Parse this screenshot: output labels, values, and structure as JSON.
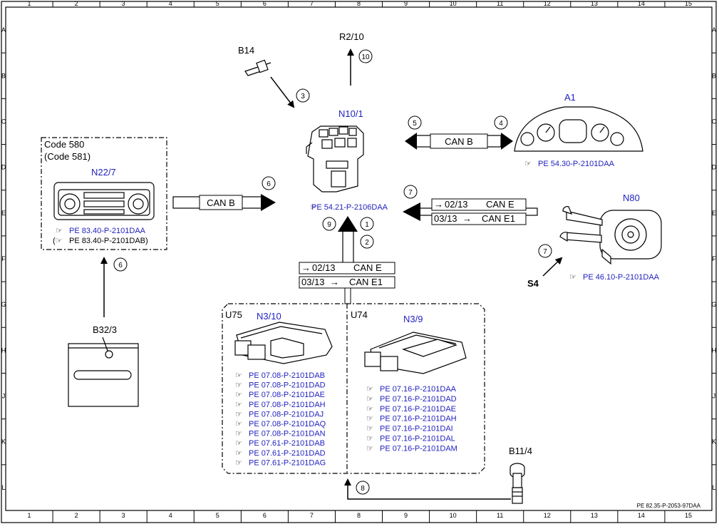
{
  "grid": {
    "columns": [
      "1",
      "2",
      "3",
      "4",
      "5",
      "6",
      "7",
      "8",
      "9",
      "10",
      "11",
      "12",
      "13",
      "14",
      "15"
    ],
    "rows": [
      "A",
      "B",
      "C",
      "D",
      "E",
      "F",
      "G",
      "H",
      "J",
      "K",
      "L"
    ]
  },
  "footer_ref": "PE 82.35-P-2053-97DAA",
  "components": {
    "b14": "B14",
    "r2_10": "R2/10",
    "n10_1": "N10/1",
    "a1": "A1",
    "n22_7": "N22/7",
    "n80": "N80",
    "s4": "S4",
    "b32_3": "B32/3",
    "b11_4": "B11/4",
    "u75": "U75",
    "n3_10": "N3/10",
    "u74": "U74",
    "n3_9": "N3/9"
  },
  "code_box": {
    "line1": "Code 580",
    "line2": "(Code 581)"
  },
  "bus_labels": {
    "can_b_a1": "CAN B",
    "can_b_n22": "CAN B",
    "n80_row1_code": "02/13",
    "n80_row1_bus": "CAN E",
    "n80_row2_code": "03/13",
    "n80_row2_bus": "CAN E1",
    "ecu_row1_code": "02/13",
    "ecu_row1_bus": "CAN E",
    "ecu_row2_code": "03/13",
    "ecu_row2_bus": "CAN E1"
  },
  "refs": {
    "n10_1": "PE 54.21-P-2106DAA",
    "a1": "PE 54.30-P-2101DAA",
    "n22_7_a": "PE 83.40-P-2101DAA",
    "n22_7_b": "PE 83.40-P-2101DAB)",
    "n80": "PE 46.10-P-2101DAA",
    "u75": [
      "PE 07.08-P-2101DAB",
      "PE 07.08-P-2101DAD",
      "PE 07.08-P-2101DAE",
      "PE 07.08-P-2101DAH",
      "PE 07.08-P-2101DAJ",
      "PE 07.08-P-2101DAQ",
      "PE 07.08-P-2101DAN",
      "PE 07.61-P-2101DAB",
      "PE 07.61-P-2101DAD",
      "PE 07.61-P-2101DAG"
    ],
    "u74": [
      "PE 07.16-P-2101DAA",
      "PE 07.16-P-2101DAD",
      "PE 07.16-P-2101DAE",
      "PE 07.16-P-2101DAH",
      "PE 07.16-P-2101DAI",
      "PE 07.16-P-2101DAL",
      "PE 07.16-P-2101DAM"
    ]
  },
  "step_numbers": {
    "s1": "1",
    "s2": "2",
    "s3": "3",
    "s4": "4",
    "s5": "5",
    "s6a": "6",
    "s6b": "6",
    "s7a": "7",
    "s7b": "7",
    "s8": "8",
    "s9": "9",
    "s10": "10"
  }
}
